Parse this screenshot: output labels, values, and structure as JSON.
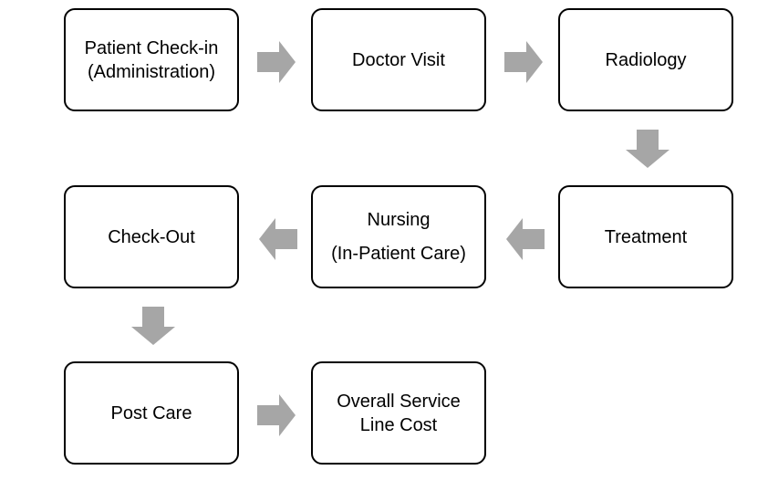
{
  "diagram": {
    "arrow_color": "#a6a6a6",
    "border_color": "#000000",
    "nodes": {
      "check_in": {
        "line1": "Patient Check-in",
        "line2": "(Administration)"
      },
      "doctor_visit": {
        "line1": "Doctor Visit"
      },
      "radiology": {
        "line1": "Radiology"
      },
      "treatment": {
        "line1": "Treatment"
      },
      "nursing": {
        "line1": "Nursing",
        "line2": "(In-Patient Care)"
      },
      "check_out": {
        "line1": "Check-Out"
      },
      "post_care": {
        "line1": "Post Care"
      },
      "overall_cost": {
        "line1": "Overall Service",
        "line2": "Line Cost"
      }
    },
    "arrows": [
      {
        "from": "check_in",
        "to": "doctor_visit",
        "direction": "right"
      },
      {
        "from": "doctor_visit",
        "to": "radiology",
        "direction": "right"
      },
      {
        "from": "radiology",
        "to": "treatment",
        "direction": "down"
      },
      {
        "from": "treatment",
        "to": "nursing",
        "direction": "left"
      },
      {
        "from": "nursing",
        "to": "check_out",
        "direction": "left"
      },
      {
        "from": "check_out",
        "to": "post_care",
        "direction": "down"
      },
      {
        "from": "post_care",
        "to": "overall_cost",
        "direction": "right"
      }
    ]
  }
}
